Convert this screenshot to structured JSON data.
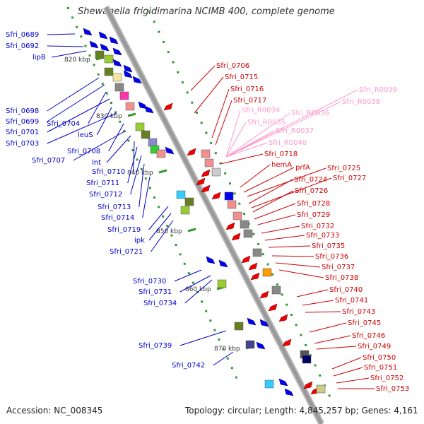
{
  "title": "Shewanella frigidimarina NCIMB 400, complete genome",
  "accession": "Accession: NC_008345",
  "stats": "Topology: circular; Length: 4,845,257 bp; Genes: 4,161",
  "colors": {
    "backbone": "#999999",
    "left_label": "#0000cc",
    "right_label": "#cc0000",
    "rna_label": "#ff99cc",
    "forward_gene": "#0000ee",
    "reverse_gene": "#ee0000"
  },
  "scale_ticks": [
    "820 kbp",
    "830 kbp",
    "840 kbp",
    "850 kbp",
    "860 kbp",
    "870 kbp"
  ],
  "left_labels": [
    "Sfri_0689",
    "Sfri_0692",
    "lipB",
    "Sfri_0698",
    "Sfri_0699",
    "Sfri_0704",
    "Sfri_0701",
    "leuS",
    "Sfri_0703",
    "Sfri_0708",
    "Sfri_0707",
    "lnt",
    "Sfri_0710",
    "Sfri_0711",
    "Sfri_0712",
    "Sfri_0713",
    "Sfri_0714",
    "Sfri_0719",
    "ipk",
    "Sfri_0721",
    "Sfri_0730",
    "Sfri_0731",
    "Sfri_0734",
    "Sfri_0739",
    "Sfri_0742"
  ],
  "right_labels": [
    "Sfri_0706",
    "Sfri_0715",
    "Sfri_0716",
    "Sfri_0717",
    "Sfri_0718",
    "hemA",
    "prfA",
    "Sfri_0725",
    "Sfri_0724",
    "Sfri_0727",
    "Sfri_0726",
    "Sfri_0728",
    "Sfri_0729",
    "Sfri_0732",
    "Sfri_0733",
    "Sfri_0735",
    "Sfri_0736",
    "Sfri_0737",
    "Sfri_0738",
    "Sfri_0740",
    "Sfri_0741",
    "Sfri_0743",
    "Sfri_0745",
    "Sfri_0746",
    "Sfri_0749",
    "Sfri_0750",
    "Sfri_0751",
    "Sfri_0752",
    "Sfri_0753"
  ],
  "rna_labels": [
    "Sfri_R0039",
    "Sfri_R0038",
    "Sfri_R0034",
    "Sfri_R0036",
    "Sfri_R0035",
    "Sfri_R0037",
    "Sfri_R0040"
  ]
}
